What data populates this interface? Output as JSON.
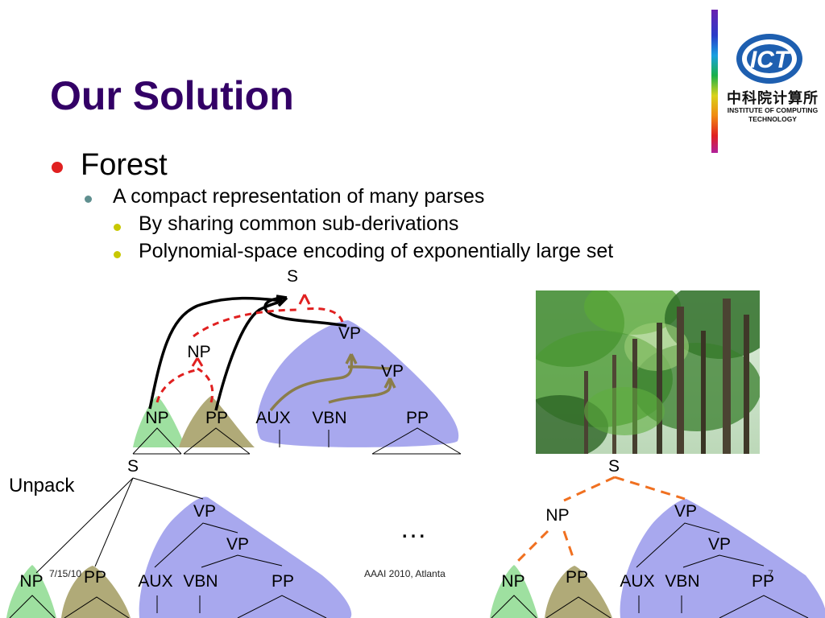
{
  "slide": {
    "title": "Our Solution",
    "bullet_level1": "Forest",
    "bullet_level2": "A compact representation of many parses",
    "bullet_level3": [
      "By sharing common sub-derivations",
      "Polynomial-space encoding of exponentially large set"
    ],
    "unpack_label": "Unpack",
    "ellipsis": "…",
    "footer": {
      "date": "7/15/10",
      "venue": "AAAI 2010, Atlanta",
      "page": "7"
    }
  },
  "logo": {
    "acronym": "ICT",
    "chinese_name": "中科院计算所",
    "caption_line1": "INSTITUTE OF COMPUTING",
    "caption_line2": "TECHNOLOGY"
  },
  "forest_diagram": {
    "root": "S",
    "np": "NP",
    "vp_top": "VP",
    "vp_inner": "VP",
    "leaves": [
      "NP",
      "PP",
      "AUX",
      "VBN",
      "PP"
    ]
  },
  "tree_left": {
    "root": "S",
    "vp_top": "VP",
    "vp_inner": "VP",
    "leaves": [
      "NP",
      "PP",
      "AUX",
      "VBN",
      "PP"
    ]
  },
  "tree_right": {
    "root": "S",
    "np": "NP",
    "vp_top": "VP",
    "vp_inner": "VP",
    "leaves": [
      "NP",
      "PP",
      "AUX",
      "VBN",
      "PP"
    ]
  },
  "colors": {
    "title": "#330066",
    "bullet_red": "#e02020",
    "bullet_teal": "#5f8f8f",
    "bullet_yellow": "#c8c800",
    "green_triangle": "#9ee0a0",
    "olive_triangle": "#b0aa78",
    "purple_blob": "#a8a8ee",
    "red_dashed": "#e02020",
    "orange_dashed": "#f07020",
    "olive_arrow": "#8a7d4a"
  },
  "icons": [
    "ict-logo-icon",
    "forest-photo-icon"
  ]
}
